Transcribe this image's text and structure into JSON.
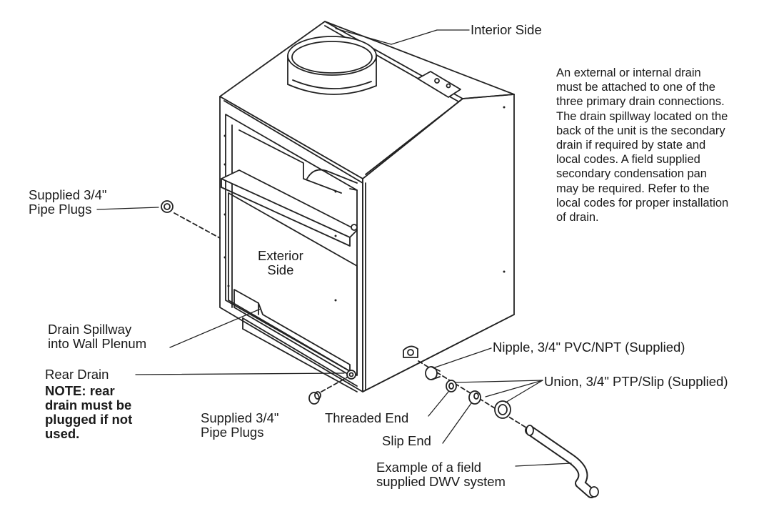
{
  "labels": {
    "interior_side": "Interior Side",
    "supplied_plugs_top": "Supplied 3/4\"\nPipe Plugs",
    "exterior_side": "Exterior\nSide",
    "drain_spillway": "Drain Spillway\ninto Wall Plenum",
    "rear_drain": "Rear Drain",
    "rear_drain_note": "NOTE:  rear\ndrain must be\nplugged if not\nused.",
    "supplied_plugs_bottom": "Supplied 3/4\"\nPipe Plugs",
    "nipple": "Nipple,  3/4\" PVC/NPT (Supplied)",
    "union": "Union,  3/4\" PTP/Slip (Supplied)",
    "threaded_end": "Threaded End",
    "slip_end": "Slip End",
    "dwv_example": "Example of a field\nsupplied DWV system"
  },
  "note_text": "An external or internal drain\nmust be attached to one of the\nthree primary drain connections.\nThe drain spillway located on the\nback of the unit is the secondary\ndrain if required by state and\nlocal codes.  A field supplied\nsecondary condensation pan\nmay be required.  Refer to the\nlocal codes for proper installation\nof drain."
}
